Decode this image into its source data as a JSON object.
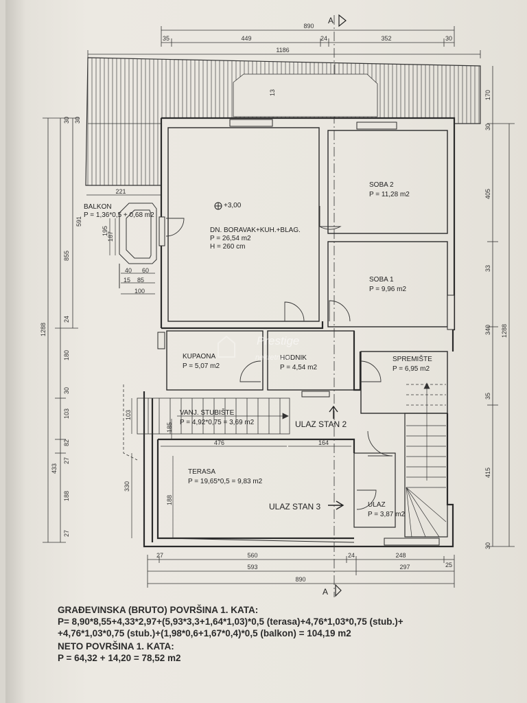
{
  "dims": {
    "top_total": "890",
    "top_35": "35",
    "top_449": "449",
    "top_24": "24",
    "top_352": "352",
    "top_30": "30",
    "top_1186": "1186",
    "bottom_27": "27",
    "bottom_560": "560",
    "bottom_24": "24",
    "bottom_248": "248",
    "bottom_25": "25",
    "bottom_593": "593",
    "bottom_297": "297",
    "bottom_890": "890",
    "left_30": "30",
    "left_30b": "30",
    "left_591": "591",
    "left_855": "855",
    "left_1288": "1288",
    "left_24": "24",
    "left_180": "180",
    "left_30c": "30",
    "left_103": "103",
    "left_82": "82",
    "left_27": "27",
    "left_433": "433",
    "left_188": "188",
    "left_27b": "27",
    "right_170": "170",
    "right_30": "30",
    "right_405": "405",
    "right_33": "33",
    "right_340": "340",
    "right_1288": "1288",
    "right_35": "35",
    "right_415": "415",
    "right_30b": "30",
    "balcony_221": "221",
    "balcony_40": "40",
    "balcony_60": "60",
    "balcony_15": "15",
    "balcony_85": "85",
    "balcony_100": "100",
    "balcony_187": "187",
    "balcony_195": "195",
    "stair_103": "103",
    "stair_185": "185",
    "terrace_476": "476",
    "terrace_164": "164",
    "terrace_330": "330",
    "terrace_188": "188",
    "roof_13": "13"
  },
  "section_marks": {
    "top": "A",
    "bottom": "A"
  },
  "elevation": "+3,00",
  "rooms": {
    "balkon": {
      "name": "BALKON",
      "area": "P = 1,36*0,5 + 0,68 m2"
    },
    "living": {
      "name": "DN. BORAVAK+KUH.+BLAG.",
      "area": "P = 26,54 m2",
      "height": "H = 260 cm"
    },
    "soba2": {
      "name": "SOBA 2",
      "area": "P = 11,28 m2"
    },
    "soba1": {
      "name": "SOBA 1",
      "area": "P = 9,96 m2"
    },
    "kupaona": {
      "name": "KUPAONA",
      "area": "P = 5,07 m2"
    },
    "hodnik": {
      "name": "HODNIK",
      "area": "P = 4,54 m2"
    },
    "spremiste": {
      "name": "SPREMIŠTE",
      "area": "P = 6,95 m2"
    },
    "stubiste": {
      "name": "VANJ. STUBIŠTE",
      "area": "P = 4,92*0,75 = 3,69 m2"
    },
    "terasa": {
      "name": "TERASA",
      "area": "P = 19,65*0,5 = 9,83 m2"
    },
    "ulaz": {
      "name": "ULAZ",
      "area": "P = 3,87 m2"
    }
  },
  "labels": {
    "ulaz_stan_2": "ULAZ STAN 2",
    "ulaz_stan_3": "ULAZ STAN 3"
  },
  "watermark": {
    "line1": "Prestige",
    "line2": "nekretnine"
  },
  "notes": {
    "bruto_title": "GRAĐEVINSKA (BRUTO) POVRŠINA 1. KATA:",
    "bruto_line1": "P= 8,90*8,55+4,33*2,97+(5,93*3,3+1,64*1,03)*0,5 (terasa)+4,76*1,03*0,75 (stub.)+",
    "bruto_line2": "+4,76*1,03*0,75 (stub.)+(1,98*0,6+1,67*0,4)*0,5 (balkon) = 104,19 m2",
    "neto_title": "NETO POVRŠINA 1. KATA:",
    "neto_line": "P = 64,32 + 14,20  = 78,52 m2"
  },
  "colors": {
    "ink": "#2a2a2a",
    "paper": "#e9e6df",
    "hatch": "#555555"
  }
}
